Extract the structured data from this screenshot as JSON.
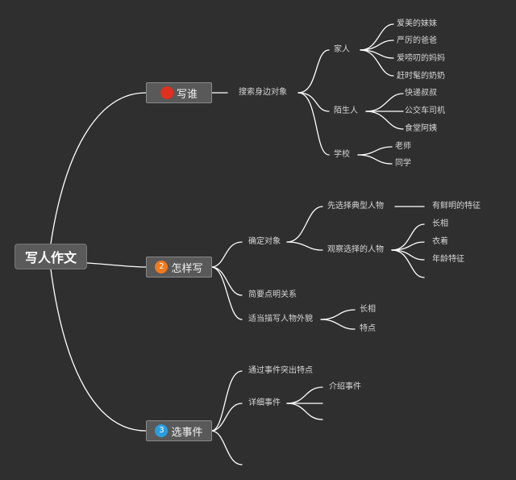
{
  "colors": {
    "background": "#2f2f2f",
    "line": "#ffffff",
    "badge1": "#e0301e",
    "badge2": "#f07a1d",
    "badge3": "#2a9fe0"
  },
  "root": {
    "label": "写人作文"
  },
  "b1": {
    "label": "写谁",
    "badge": "",
    "sub": "搜索身边对象",
    "family": {
      "label": "家人",
      "items": [
        "爱美的妹妹",
        "严厉的爸爸",
        "爱唠叨的妈妈",
        "赶时髦的奶奶"
      ]
    },
    "strangers": {
      "label": "陌生人",
      "items": [
        "快递叔叔",
        "公交车司机",
        "食堂阿姨"
      ]
    },
    "school": {
      "label": "学校",
      "items": [
        "老师",
        "同学"
      ]
    }
  },
  "b2": {
    "label": "怎样写",
    "badge": "2",
    "target": {
      "label": "确定对象",
      "typical": {
        "label": "先选择典型人物",
        "child": "有鲜明的特征"
      },
      "observe": {
        "label": "观察选择的人物",
        "items": [
          "长相",
          "衣着",
          "年龄特征"
        ]
      }
    },
    "relation": "简要点明关系",
    "appearance": {
      "label": "适当描写人物外貌",
      "items": [
        "长相",
        "特点"
      ]
    }
  },
  "b3": {
    "label": "选事件",
    "badge": "3",
    "highlight": "通过事件突出特点",
    "detail": {
      "label": "详细事件",
      "child": "介绍事件"
    }
  }
}
